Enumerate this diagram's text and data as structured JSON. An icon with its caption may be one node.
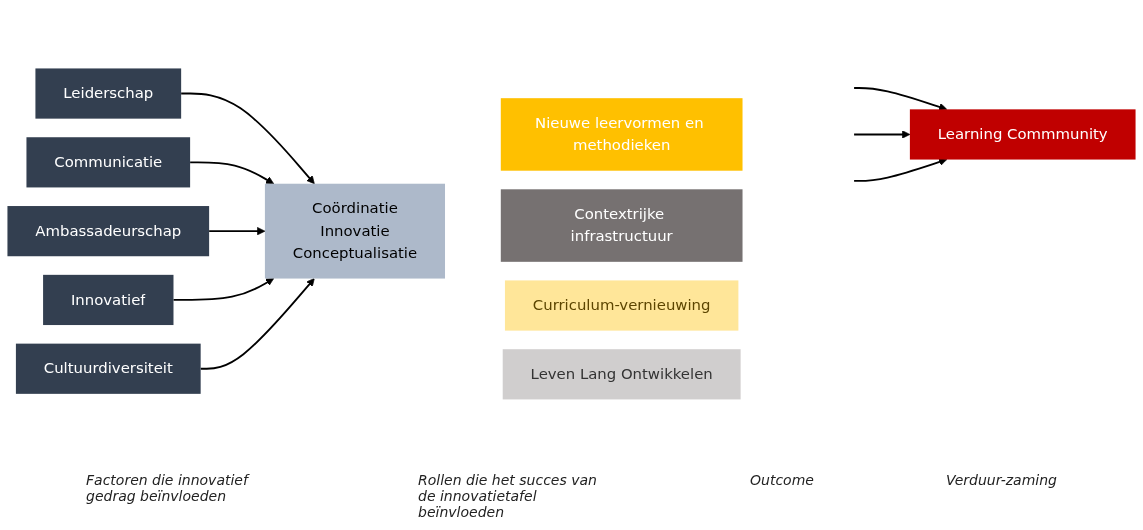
{
  "diagram": {
    "nodes": [
      {
        "text": [
          "Leiderschap"
        ]
      },
      {
        "text": [
          "Communicatie"
        ]
      },
      {
        "text": [
          "Ambassadeurschap"
        ]
      },
      {
        "text": [
          "Innovatief"
        ]
      },
      {
        "text": [
          "Cultuurdiversiteit"
        ]
      },
      {
        "text": [
          "Coördinatie",
          "Innovatie",
          "Conceptualisatie"
        ]
      },
      {
        "text": [
          "Nieuwe leervormen en methodieken"
        ]
      },
      {
        "text": [
          "Contextrijke infrastructuur"
        ]
      },
      {
        "text": [
          "Curriculum-vernieuwing"
        ]
      },
      {
        "text": [
          "Leven Lang Ontwikkelen"
        ]
      },
      {
        "text": [
          "Learning Commmunity"
        ]
      }
    ],
    "edges": [
      {
        "from": 0,
        "to": 5,
        "arrow": "to"
      },
      {
        "from": 1,
        "to": 5,
        "arrow": "to"
      },
      {
        "from": 2,
        "to": 5,
        "arrow": "to"
      },
      {
        "from": 3,
        "to": 5,
        "arrow": "to"
      },
      {
        "from": 4,
        "to": 5,
        "arrow": "to"
      },
      {
        "from": null,
        "to": 10,
        "arrow": "to"
      },
      {
        "from": null,
        "to": 10,
        "arrow": "to"
      },
      {
        "from": null,
        "to": 10,
        "arrow": "to"
      }
    ],
    "labels": [
      "Factoren die innovatief gedrag beïnvloeden",
      "Rollen die het succes van de innovatietafel beïnvloeden",
      "Outcome",
      "Verduur-zaming"
    ]
  }
}
